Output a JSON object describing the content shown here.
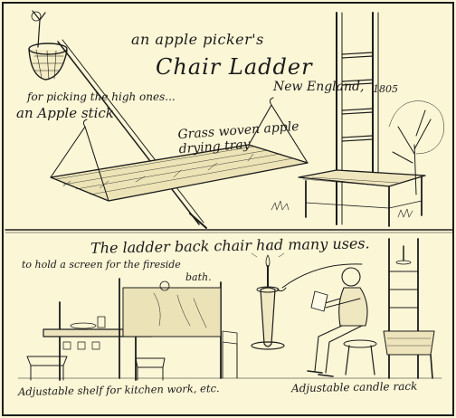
{
  "illustration": {
    "title_line_1": "an apple picker's",
    "title_line_2": "Chair Ladder",
    "origin": "New England,",
    "year": "1805",
    "caption_picking": "for picking the high ones...",
    "caption_stick": "an Apple stick",
    "caption_tray": "Grass woven apple drying tray",
    "caption_uses": "The ladder back chair had many uses.",
    "caption_screen": "to hold a screen for the fireside",
    "caption_bath": "bath.",
    "caption_shelf": "Adjustable shelf for kitchen work, etc.",
    "caption_candle": "Adjustable candle rack"
  },
  "colors": {
    "paper": "#fbf6d6",
    "ink": "#1a1a1a"
  }
}
